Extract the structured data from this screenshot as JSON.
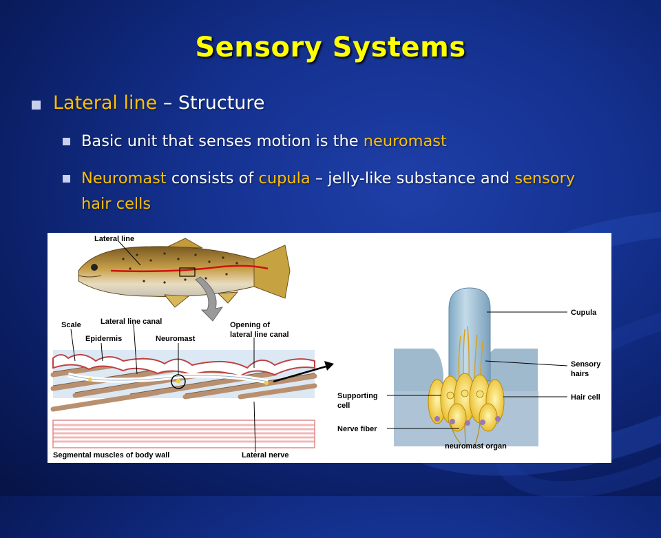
{
  "slide": {
    "title": "Sensory Systems",
    "bullet1": {
      "highlight": "Lateral line",
      "rest": " – Structure"
    },
    "bullet2": {
      "text": "Basic unit that senses motion is the ",
      "highlight": "neuromast"
    },
    "bullet3": {
      "h1": "Neuromast",
      "t1": " consists of ",
      "h2": "cupula",
      "t2": " – jelly-like substance and ",
      "h3": "sensory hair cells"
    }
  },
  "colors": {
    "title": "#ffff00",
    "highlight": "#ffc000",
    "text": "#ffffff"
  },
  "figure": {
    "labels": {
      "lateral_line": "Lateral line",
      "lateral_line_canal": "Lateral line canal",
      "scale": "Scale",
      "epidermis": "Epidermis",
      "neuromast": "Neuromast",
      "opening_1": "Opening of",
      "opening_2": "lateral line canal",
      "segmental_muscles": "Segmental muscles of body wall",
      "lateral_nerve": "Lateral nerve",
      "cupula": "Cupula",
      "sensory_hairs_1": "Sensory",
      "sensory_hairs_2": "hairs",
      "hair_cell": "Hair cell",
      "supporting_cell_1": "Supporting",
      "supporting_cell_2": "cell",
      "nerve_fiber": "Nerve fiber",
      "neuromast_organ": "neuromast organ"
    }
  }
}
